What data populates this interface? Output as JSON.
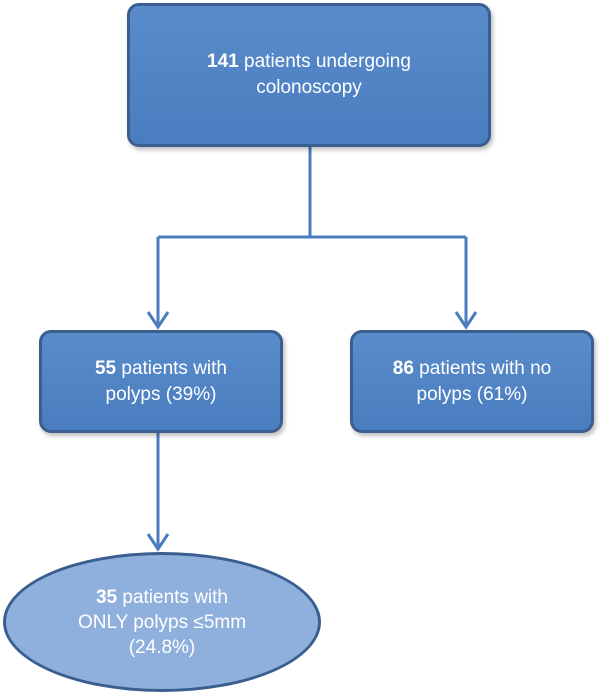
{
  "nodes": {
    "top": {
      "count": "141",
      "text_line1": " patients undergoing",
      "text_line2": "colonoscopy"
    },
    "left": {
      "count": "55",
      "text_line1": " patients with",
      "text_line2": "polyps (39%)"
    },
    "right": {
      "count": "86",
      "text_line1": " patients with no",
      "text_line2": "polyps (61%)"
    },
    "bottom": {
      "count": "35",
      "text_line1": " patients with",
      "text_line2": "ONLY polyps ≤5mm",
      "text_line3": "(24.8%)"
    }
  },
  "colors": {
    "box_fill": "#4f81bd",
    "box_border": "#3a5f8f",
    "ellipse_fill": "#8fb0dc",
    "connector": "#4a7dbf",
    "text": "#ffffff"
  }
}
